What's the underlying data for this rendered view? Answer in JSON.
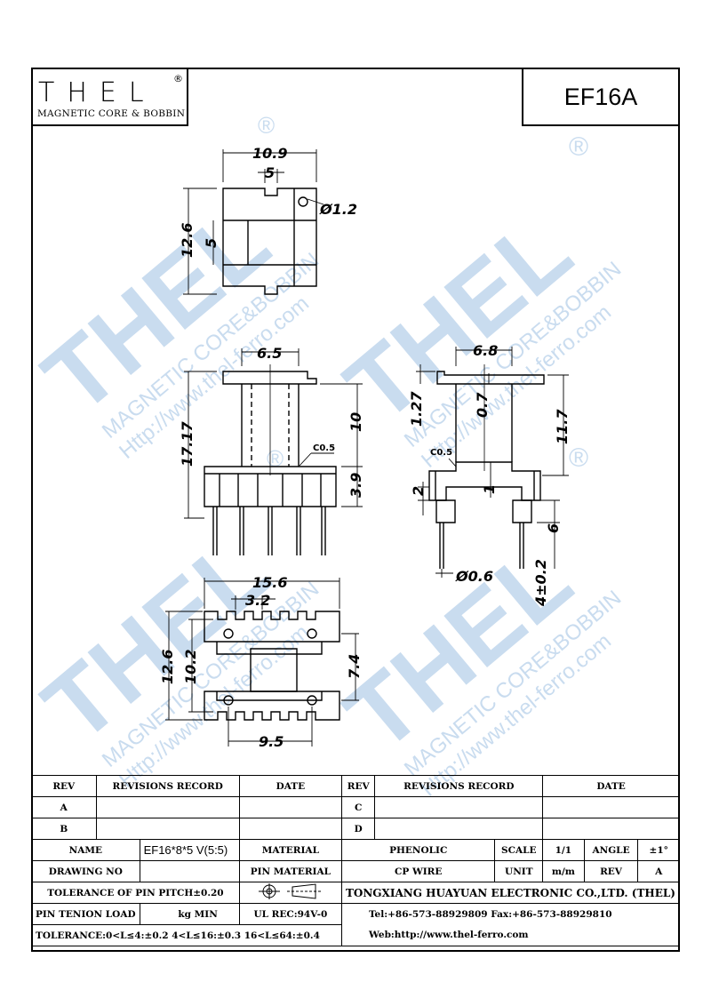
{
  "logo": {
    "word": "THEL",
    "registered": "®",
    "subtitle": "MAGNETIC CORE & BOBBIN"
  },
  "model": "EF16A",
  "dimensions": {
    "top_width": "10.9",
    "top_slot": "5",
    "top_hole": "Ø1.2",
    "top_height": "12.6",
    "top_inner": "5",
    "front_width": "6.5",
    "front_total": "17.17",
    "front_upper": "10",
    "front_lower": "3.9",
    "front_chamfer": "C0.5",
    "side_width": "6.8",
    "side_flange": "1.27",
    "side_gap": "0.7",
    "side_height": "11.7",
    "side_chamfer": "C0.5",
    "side_base": "2",
    "side_step": "1",
    "side_pin": "6",
    "side_pin_dia": "Ø0.6",
    "side_pin_len": "4±0.2",
    "bottom_width": "15.6",
    "bottom_pitch": "3.2",
    "bottom_height": "12.6",
    "bottom_row": "10.2",
    "bottom_inner": "7.4",
    "bottom_span": "9.5"
  },
  "watermark": {
    "brand": "THEL",
    "reg": "®",
    "line1": "MAGNETIC CORE&BOBBIN",
    "line2": "Http://www.thel-ferro.com"
  },
  "table": {
    "rev_header": "REV",
    "revisions_header": "REVISIONS RECORD",
    "date_header": "DATE",
    "rev_a": "A",
    "rev_b": "B",
    "rev_c": "C",
    "rev_d": "D",
    "name_label": "NAME",
    "name_value": "EF16*8*5 V(5:5)",
    "material_label": "MATERIAL",
    "material_value": "PHENOLIC",
    "scale_label": "SCALE",
    "scale_value": "1/1",
    "angle_label": "ANGLE",
    "angle_value": "±1°",
    "drawing_label": "DRAWING NO",
    "pin_material_label": "PIN MATERIAL",
    "pin_material_value": "CP WIRE",
    "unit_label": "UNIT",
    "unit_value": "m/m",
    "rev_label": "REV",
    "rev_value": "A",
    "pitch_tolerance": "TOLERANCE OF PIN PITCH±0.20",
    "company": "TONGXIANG HUAYUAN ELECTRONIC CO.,LTD.  (THEL)",
    "tension_label": "PIN TENION LOAD",
    "tension_unit": "kg MIN",
    "ul": "UL REC:94V-0",
    "tel": "Tel:+86-573-88929809 Fax:+86-573-88929810",
    "tolerance": "TOLERANCE:0<L≤4:±0.2  4<L≤16:±0.3  16<L≤64:±0.4",
    "web": "Web:http://www.thel-ferro.com"
  }
}
